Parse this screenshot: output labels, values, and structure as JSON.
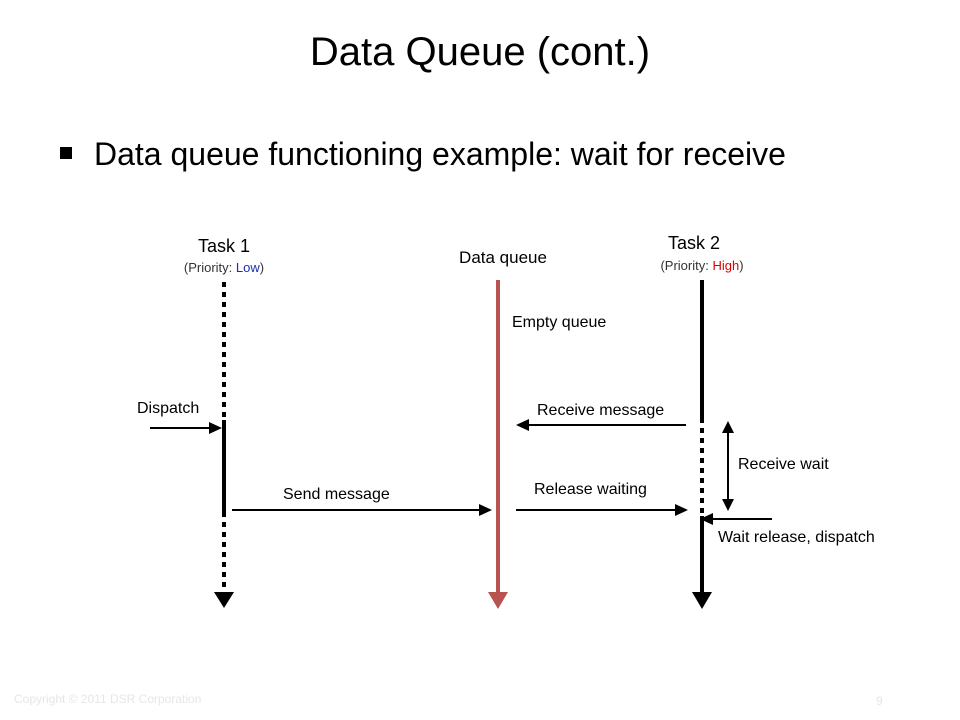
{
  "title": "Data Queue (cont.)",
  "bullet": "Data queue functioning example: wait for receive",
  "task1": {
    "name": "Task 1",
    "priority_prefix": "(Priority: ",
    "priority_value": "Low",
    "priority_suffix": ")"
  },
  "queue": {
    "name": "Data queue"
  },
  "task2": {
    "name": "Task 2",
    "priority_prefix": "(Priority: ",
    "priority_value": "High",
    "priority_suffix": ")"
  },
  "labels": {
    "empty_queue": "Empty queue",
    "dispatch": "Dispatch",
    "receive_message": "Receive message",
    "receive_wait": "Receive wait",
    "send_message": "Send message",
    "release_waiting": "Release waiting",
    "wait_release_dispatch": "Wait release, dispatch"
  },
  "colors": {
    "queue_line": "#b85450",
    "low": "#1a2fb5",
    "high": "#e00000"
  },
  "footer": {
    "copyright": "Copyright © 2011 DSR Corporation",
    "page_number": "9"
  }
}
